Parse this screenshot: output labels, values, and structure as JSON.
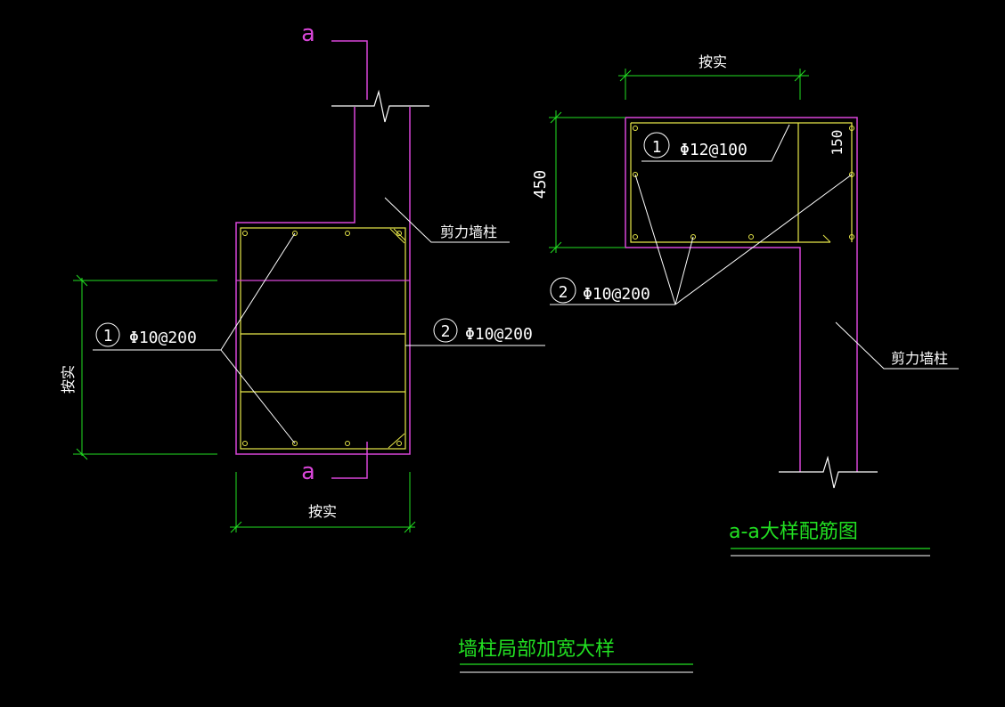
{
  "colors": {
    "background": "#000000",
    "wall_outline": "#d946d9",
    "rebar": "#e8e84a",
    "leader": "#ffffff",
    "dimension": "#22e022",
    "title": "#22e022"
  },
  "left_detail": {
    "section_mark_top": "a",
    "section_mark_bottom": "a",
    "wall_label": "剪力墙柱",
    "rebar1_num": "1",
    "rebar1_spec": "Φ10@200",
    "rebar2_num": "2",
    "rebar2_spec": "Φ10@200",
    "dim_height": "按实",
    "dim_width": "按实"
  },
  "right_detail": {
    "dim_top": "按实",
    "dim_height": "450",
    "dim_cover": "150",
    "rebar1_num": "1",
    "rebar1_spec": "Φ12@100",
    "rebar2_num": "2",
    "rebar2_spec": "Φ10@200",
    "wall_label": "剪力墙柱",
    "title": "a-a大样配筋图"
  },
  "drawing_title": "墙柱局部加宽大样"
}
